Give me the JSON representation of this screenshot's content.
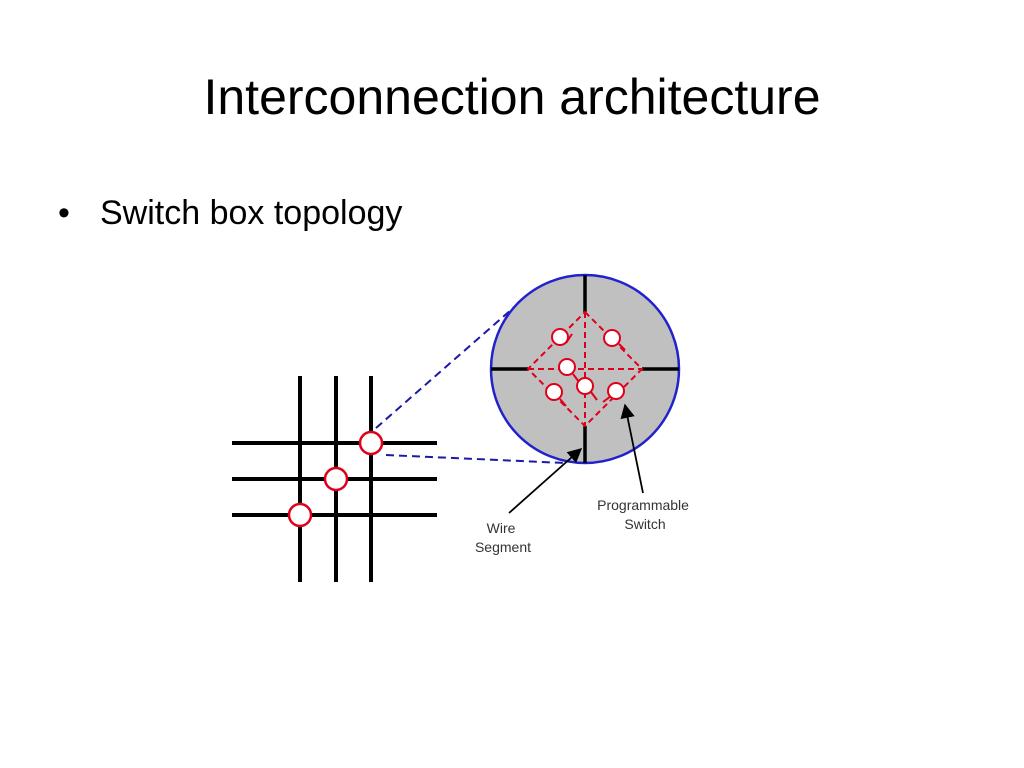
{
  "slide": {
    "title": "Interconnection architecture",
    "bullets": [
      {
        "marker": "•",
        "text": "Switch box topology"
      }
    ]
  },
  "diagram": {
    "labels": {
      "wire_segment_line1": "Wire",
      "wire_segment_line2": "Segment",
      "programmable_switch_line1": "Programmable",
      "programmable_switch_line2": "Switch"
    },
    "colors": {
      "wire": "#000000",
      "switch_outline": "#e0001b",
      "switch_fill": "#ffffff",
      "connection_dashed": "#e0001b",
      "zoom_lines": "#1a1aa6",
      "zoom_circle_border": "#2222cc",
      "zoom_circle_fill": "#c0c0c0"
    }
  }
}
